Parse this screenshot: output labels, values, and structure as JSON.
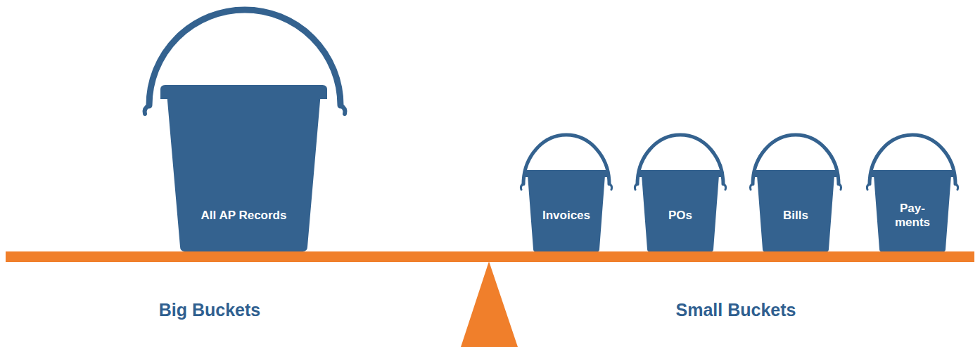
{
  "diagram": {
    "nodes": [
      {
        "text": [
          "All AP Records"
        ]
      },
      {
        "text": [
          "Invoices"
        ]
      },
      {
        "text": [
          "POs"
        ]
      },
      {
        "text": [
          "Bills"
        ]
      },
      {
        "text": [
          "Pay- ments"
        ]
      }
    ],
    "labels": [
      "Big Buckets",
      "Small Buckets"
    ]
  }
}
